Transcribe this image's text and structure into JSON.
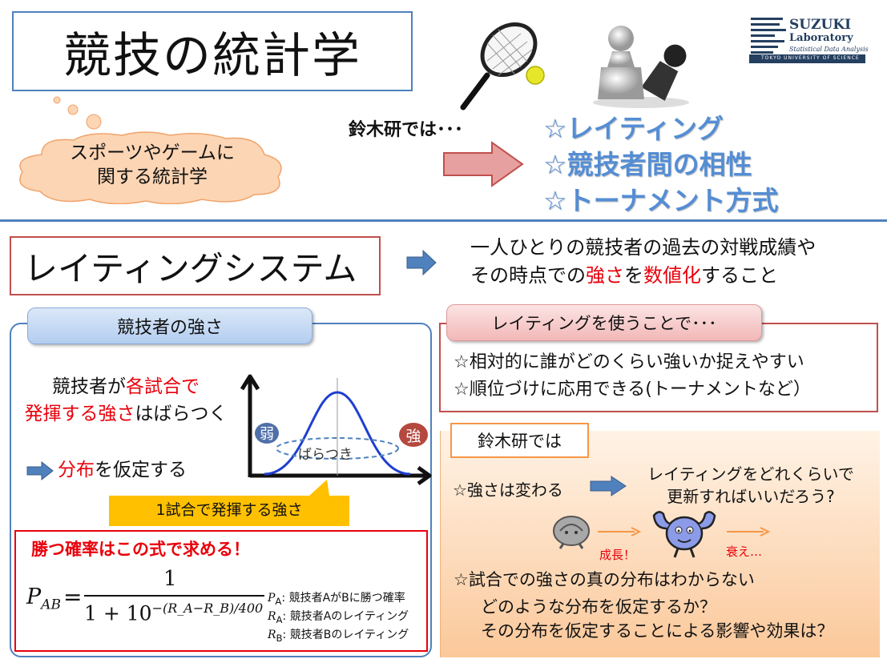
{
  "title": "競技の統計学",
  "bubble": {
    "line1": "スポーツやゲームに",
    "line2": "関する統計学"
  },
  "logo": {
    "name": "SUZUKI",
    "lab": "Laboratory",
    "subtitle": "Statistical Data Analysis",
    "univ": "TOKYO UNIVERSITY OF SCIENCE"
  },
  "intro": "鈴木研では･･･",
  "topics": [
    "☆レイティング",
    "☆競技者間の相性",
    "☆トーナメント方式"
  ],
  "rating_title": "レイティングシステム",
  "definition": {
    "line1": "一人ひとりの競技者の過去の対戦成績や",
    "line2_pre": "その時点での",
    "line2_red1": "強さ",
    "line2_mid": "を",
    "line2_red2": "数値化",
    "line2_post": "すること"
  },
  "strength": {
    "tab": "競技者の強さ",
    "vary_pre": "競技者が",
    "vary_red1": "各試合で",
    "vary_red2": "発揮する強さ",
    "vary_post": "はばらつく",
    "assume_red": "分布",
    "assume_post": "を仮定する",
    "weak": "弱",
    "strong": "強",
    "spread": "ばらつき",
    "callout": "1試合で発揮する強さ"
  },
  "formula": {
    "title": "勝つ確率はこの式で求める！",
    "lhs": "P",
    "lhs_sub": "AB",
    "eq": "=",
    "numerator": "1",
    "den_base": "1 + 10",
    "den_exp": "−(R_A−R_B)/400",
    "legend": [
      {
        "sym": "P",
        "sub": "A",
        "text": ": 競技者AがBに勝つ確率"
      },
      {
        "sym": "R",
        "sub": "A",
        "text": ": 競技者Aのレイティング"
      },
      {
        "sym": "R",
        "sub": "B",
        "text": ": 競技者Bのレイティング"
      }
    ]
  },
  "use": {
    "tab": "レイティングを使うことで･･･",
    "item1": "☆相対的に誰がどのくらい強いか捉えやすい",
    "item2": "☆順位づけに応用できる(トーナメントなど）"
  },
  "lab": {
    "tab": "鈴木研では",
    "change": "☆強さは変わる",
    "update_line1": "レイティングをどれくらいで",
    "update_line2": "更新すればいいだろう?",
    "growth": "成長！",
    "decline": "衰え…",
    "unknown": "☆試合での強さの真の分布はわからない",
    "q1": "どのような分布を仮定するか？",
    "q2": "その分布を仮定することによる影響や効果は？"
  },
  "colors": {
    "blue": "#4f81bd",
    "star_blue": "#548dd4",
    "red": "#e8000b",
    "frame_red": "#c0504d",
    "orange": "#f79646",
    "callout_yellow": "#ffc000",
    "logo_navy": "#243f60"
  },
  "icons": {
    "racket": "tennis-racket-icon",
    "pawns": "chess-pawns-icon",
    "dormant": "dormant-character-icon",
    "strong": "muscle-character-icon"
  }
}
